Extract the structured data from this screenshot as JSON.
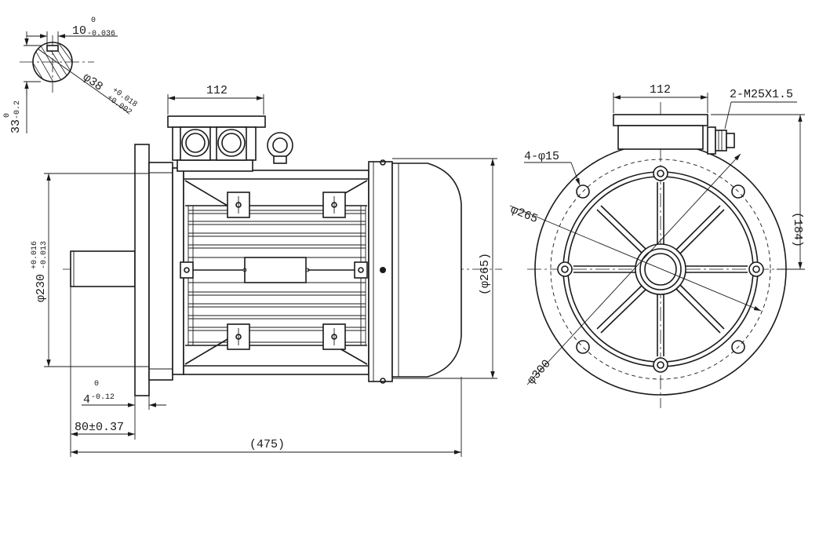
{
  "dimensions": {
    "keyway_width": {
      "nominal": "10",
      "upper": "0",
      "lower": "-0.036"
    },
    "key_height": {
      "nominal": "33",
      "upper": "0",
      "lower": "-0.2"
    },
    "shaft_diameter": {
      "nominal": "φ38",
      "upper": "+0.018",
      "lower": "+0.002"
    },
    "terminal_box_width_side": "112",
    "terminal_box_width_end": "112",
    "cable_gland": "2-M25X1.5",
    "flange_holes": "4-φ15",
    "pitch_circle": "φ265",
    "flange_outer": "φ300",
    "spigot_diameter": {
      "nominal": "φ230",
      "upper": "+0.016",
      "lower": "-0.013"
    },
    "motor_height": "(φ265)",
    "axis_height": "(184)",
    "spigot_depth": {
      "nominal": "4",
      "upper": "0",
      "lower": "-0.12"
    },
    "shaft_length": "80±0.37",
    "overall_length": "(475)"
  }
}
